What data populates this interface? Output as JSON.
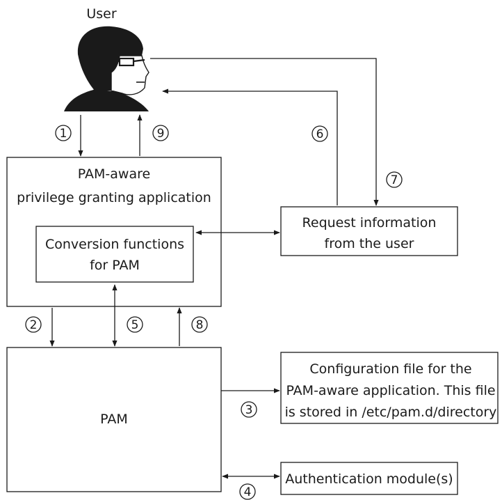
{
  "user_label": "User",
  "app_box": {
    "line1": "PAM-aware",
    "line2": "privilege granting application"
  },
  "conv_box": {
    "line1": "Conversion functions",
    "line2": "for PAM"
  },
  "request_box": {
    "line1": "Request information",
    "line2": "from the user"
  },
  "pam_box": {
    "label": "PAM"
  },
  "config_box": {
    "line1": "Configuration file for the",
    "line2": "PAM-aware application. This file",
    "line3": "is stored in /etc/pam.d/directory"
  },
  "auth_box": {
    "label": "Authentication module(s)"
  },
  "steps": [
    "1",
    "2",
    "3",
    "4",
    "5",
    "6",
    "7",
    "8",
    "9"
  ],
  "colors": {
    "stroke": "#1a1a1a",
    "background": "#ffffff"
  },
  "icons": {
    "user": "user-face-icon"
  }
}
